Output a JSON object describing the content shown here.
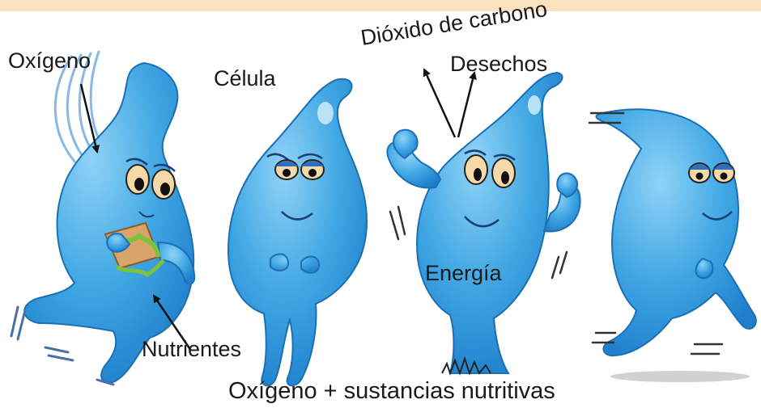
{
  "labels": {
    "oxygen": "Oxígeno",
    "cell": "Célula",
    "carbon_dioxide": "Dióxido de carbono",
    "waste": "Desechos",
    "energy": "Energía",
    "nutrients": "Nutrientes"
  },
  "caption": "Oxígeno + sustancias nutritivas",
  "colors": {
    "header_band": "#fbe3c0",
    "body_fill": "#3fa6e3",
    "body_outline": "#1d6fb3",
    "eye_white": "#f6d9a8",
    "eyelid": "#2f6fc2",
    "sandwich_bread": "#d9a46a",
    "lettuce": "#7cc23a",
    "text": "#1a1a1a"
  },
  "icons": [
    "oxygen-wind-lines-icon",
    "sandwich-icon",
    "arrow-icon",
    "motion-lines-icon",
    "grass-icon"
  ]
}
